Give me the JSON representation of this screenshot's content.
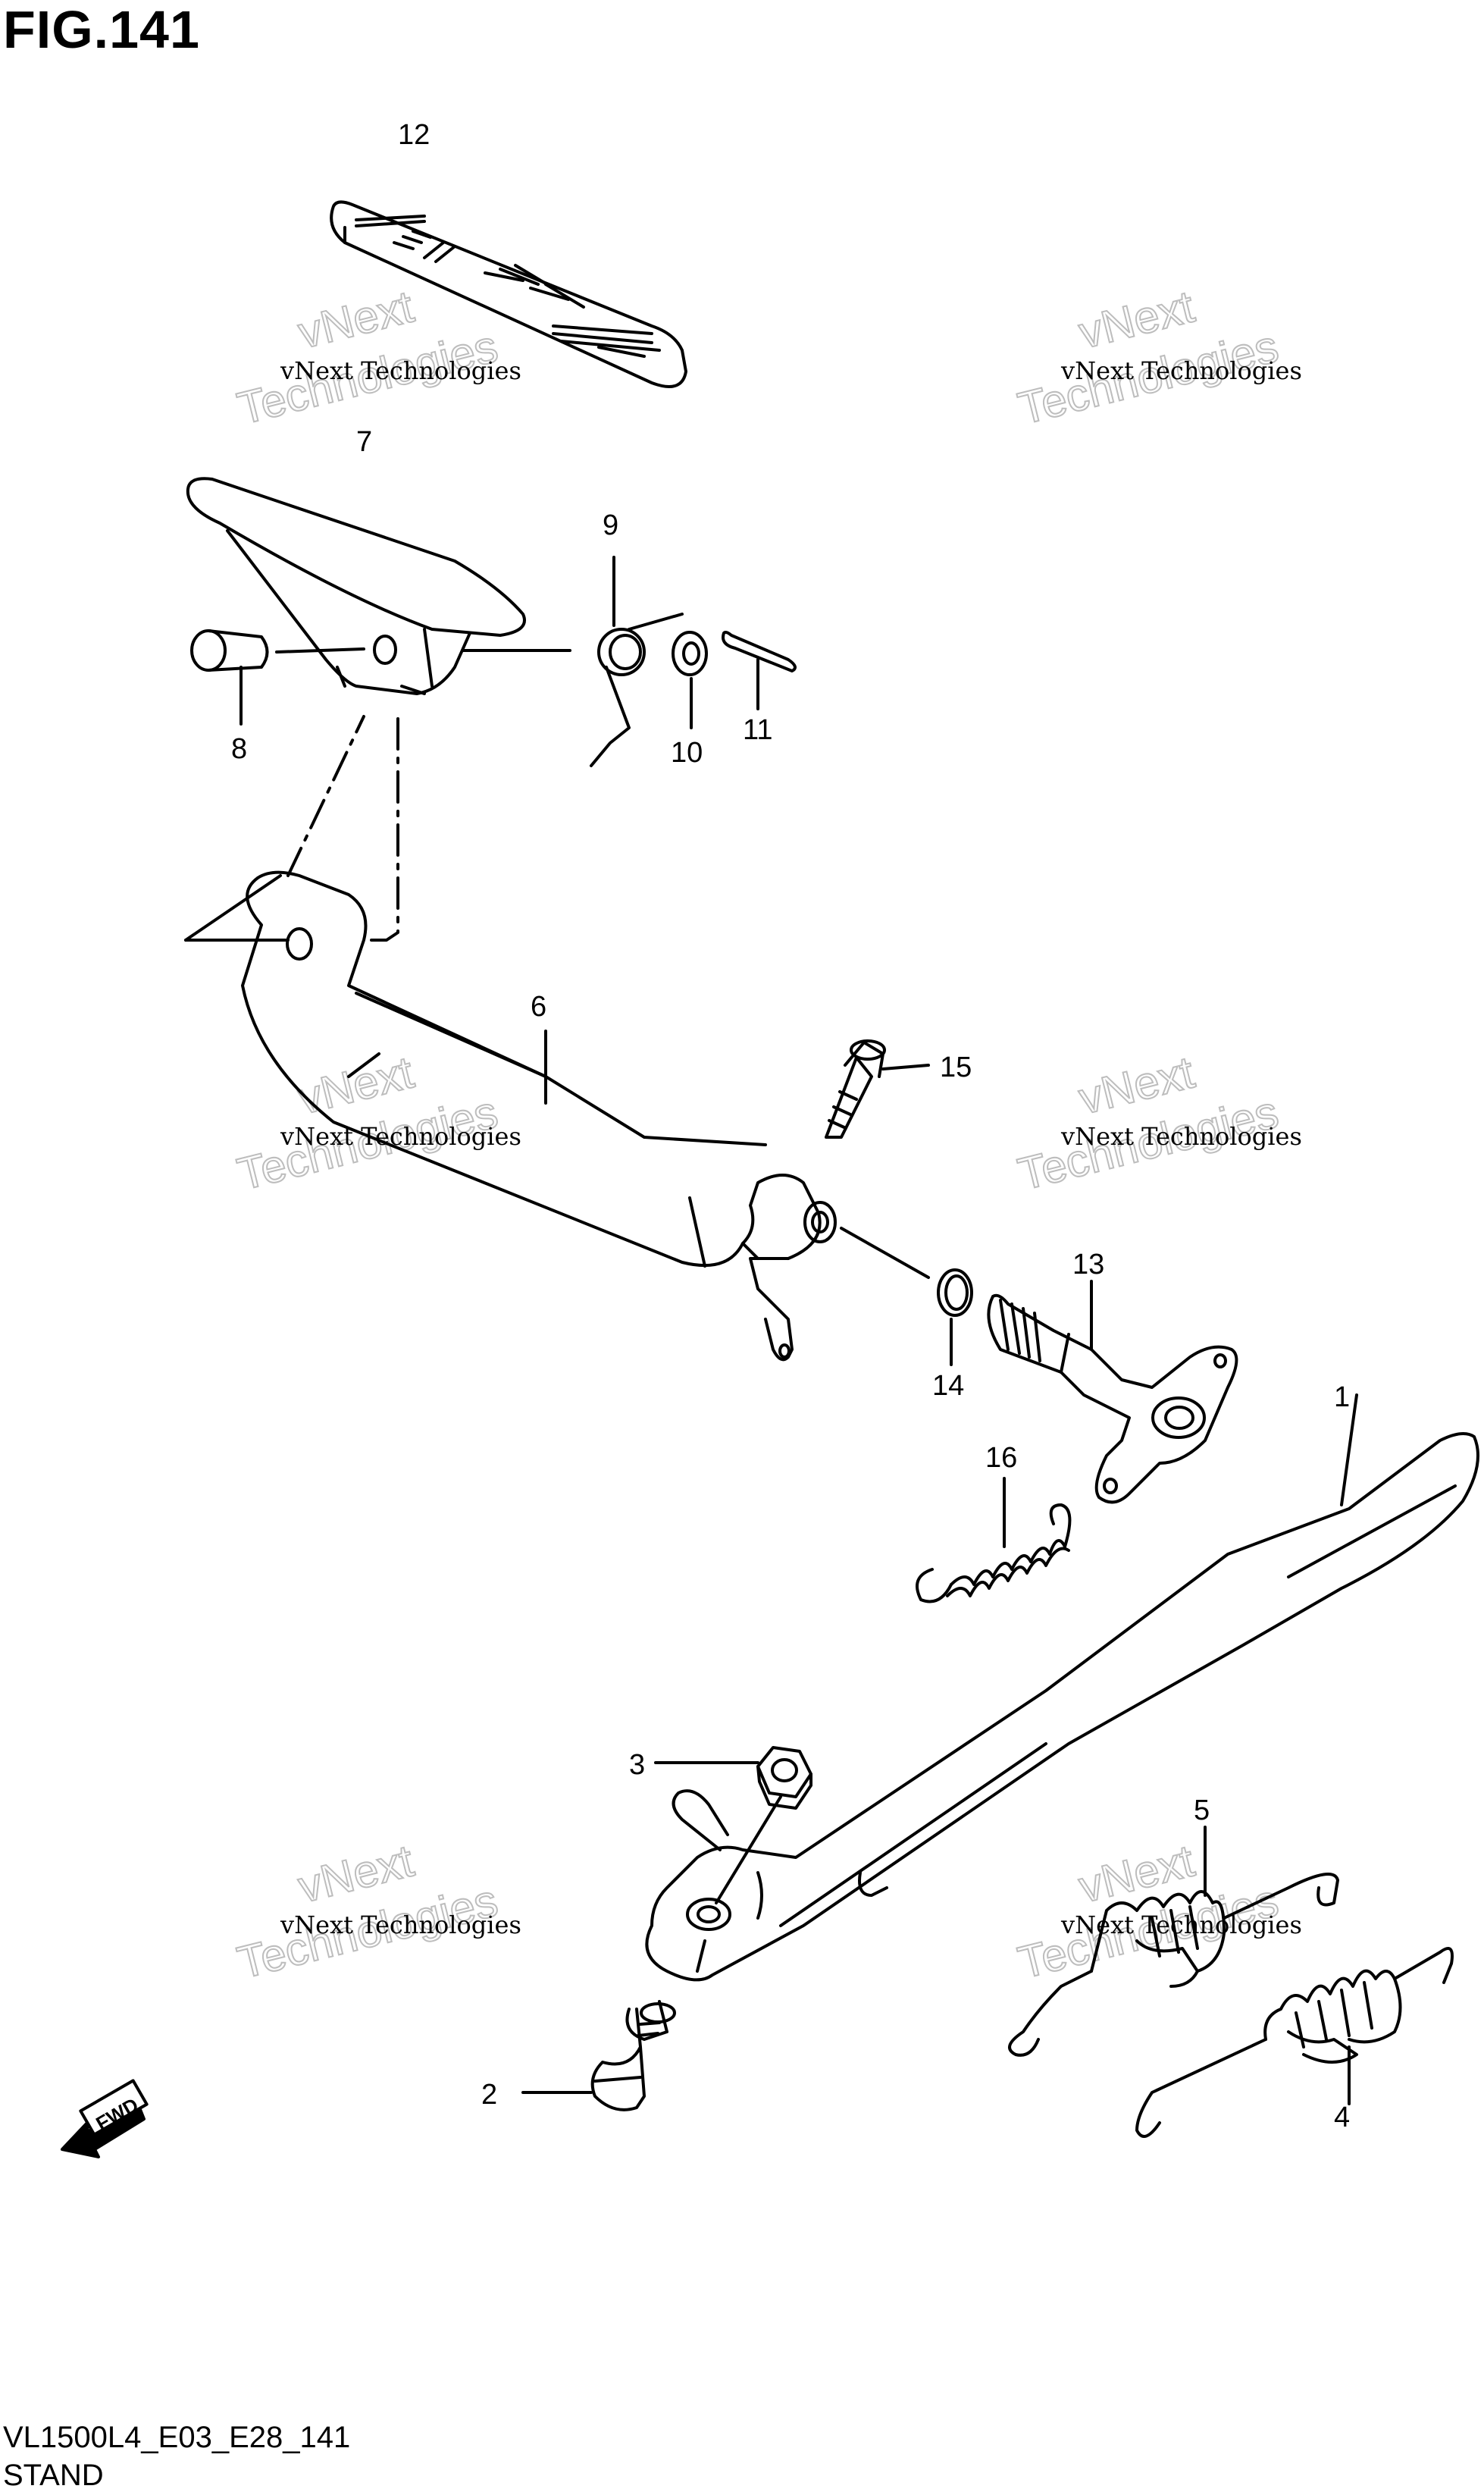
{
  "figure": {
    "title": "FIG.141",
    "code": "VL1500L4_E03_E28_141",
    "name": "STAND"
  },
  "watermark": {
    "line1": "vNext Technologies",
    "line2": "vNext",
    "line3": "Technologies"
  },
  "fwd_label": "FWD",
  "callouts": [
    "1",
    "2",
    "3",
    "4",
    "5",
    "6",
    "7",
    "8",
    "9",
    "10",
    "11",
    "12",
    "13",
    "14",
    "15",
    "16"
  ],
  "colors": {
    "ink": "#000000",
    "watermark": "#bdbdbd",
    "background": "#ffffff"
  }
}
